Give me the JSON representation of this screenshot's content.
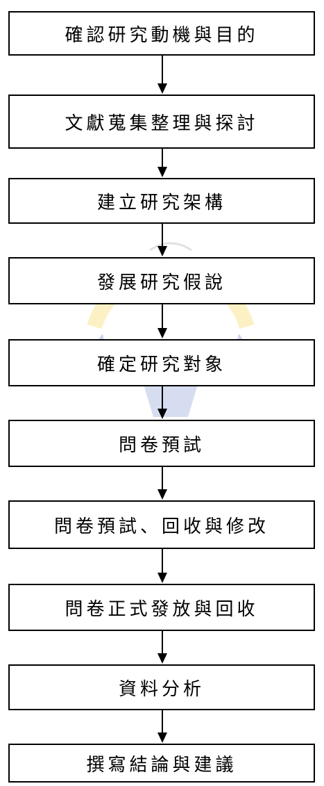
{
  "steps": [
    {
      "label": "確認研究動機與目的"
    },
    {
      "label": "文獻蒐集整理與探討"
    },
    {
      "label": "建立研究架構"
    },
    {
      "label": "發展研究假說"
    },
    {
      "label": "確定研究對象"
    },
    {
      "label": "問卷預試"
    },
    {
      "label": "問卷預試、回收與修改"
    },
    {
      "label": "問卷正式發放與回收"
    },
    {
      "label": "資料分析"
    },
    {
      "label": "撰寫結論與建議"
    }
  ],
  "colors": {
    "border": "#000000",
    "text": "#000000",
    "watermark_blue": "#2b4fb3",
    "watermark_gold": "#f4d23c"
  }
}
